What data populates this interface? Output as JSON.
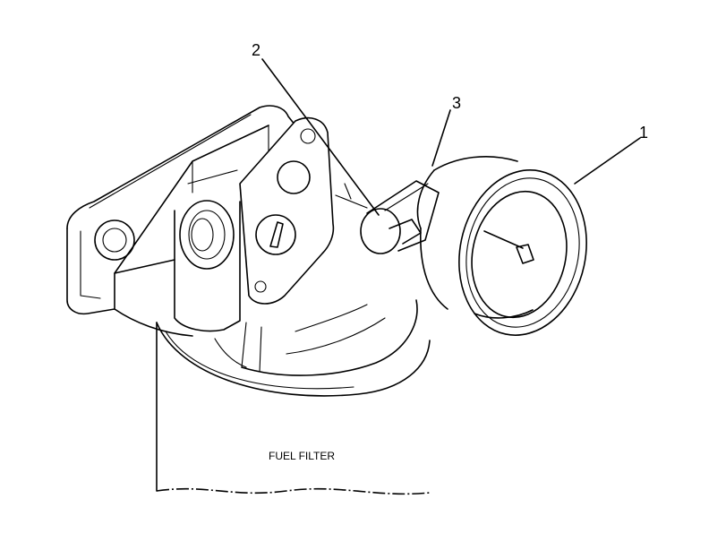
{
  "callouts": {
    "gauge": "1",
    "fitting": "2",
    "adapter": "3"
  },
  "caption": "FUEL FILTER"
}
